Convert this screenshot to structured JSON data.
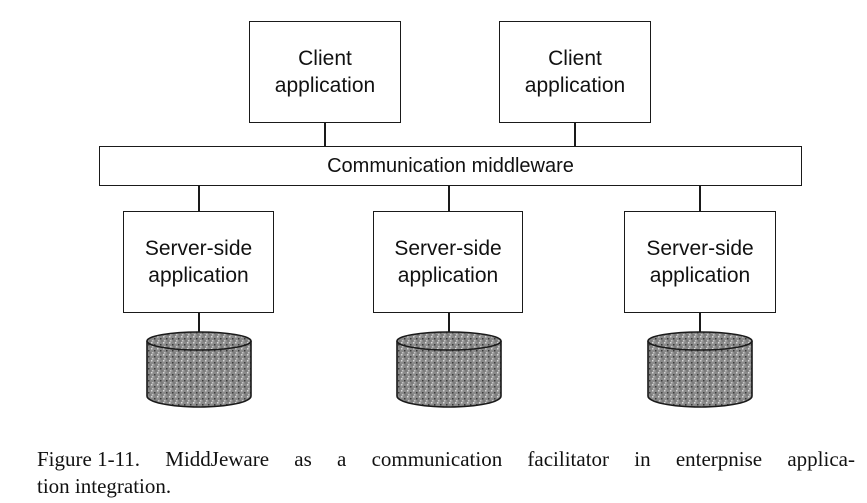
{
  "diagram": {
    "clients": [
      {
        "line1": "Client",
        "line2": "application"
      },
      {
        "line1": "Client",
        "line2": "application"
      }
    ],
    "middleware": "Communication middleware",
    "servers": [
      {
        "line1": "Server-side",
        "line2": "application"
      },
      {
        "line1": "Server-side",
        "line2": "application"
      },
      {
        "line1": "Server-side",
        "line2": "application"
      }
    ],
    "databases": 3,
    "colors": {
      "stroke": "#1a1a1a",
      "db_fill": "#8a8a8a"
    }
  },
  "caption": {
    "words": [
      "Figure 1-11.",
      "MiddJeware",
      "as",
      "a",
      "communication",
      "facilitator",
      "in",
      "enterpnise",
      "applica-"
    ],
    "line2": "tion integration."
  }
}
